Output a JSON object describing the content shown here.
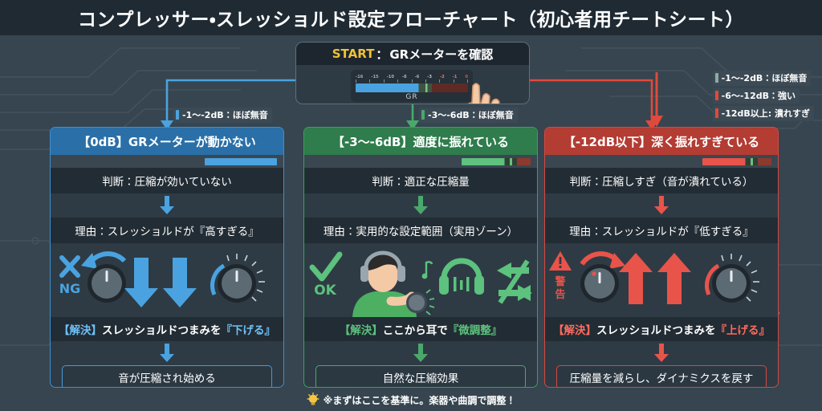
{
  "header": {
    "title": "コンプレッサー・スレッショルド設定フローチャート（初心者用チートシート）"
  },
  "start_node": {
    "label_keyword": "START",
    "label_separator": "：",
    "label_text": "GRメーターを確認",
    "meter": {
      "name": "GR",
      "scale": [
        "-16",
        "-15",
        "-10",
        "-8",
        "-6",
        "-3",
        "-2",
        "-1",
        "0"
      ],
      "fill_percent": 56,
      "fill_color": "#4aa3e0"
    },
    "hand_icon": "pointing-hand-icon"
  },
  "branches": [
    {
      "label": "-1〜-2dB：ほぼ無音",
      "color": "#4aa3e0",
      "arrow": "down-arrow-icon"
    },
    {
      "label": "-3〜-6dB：ほぼ無音",
      "color": "#4aa86b",
      "arrow": "down-arrow-icon"
    }
  ],
  "legend": {
    "arrow": "down-arrow-icon",
    "items": [
      {
        "label": "-1〜-2dB：ほぼ無音",
        "color": "#8fa9a6"
      },
      {
        "label": "-6〜-12dB：強い",
        "color": "#e04a3c"
      },
      {
        "label": "-12dB以上: 潰れすぎ",
        "color": "#e04a3c"
      }
    ]
  },
  "cards": [
    {
      "id": "card-left",
      "accent": "#3f8fd0",
      "header": "【0dB】GRメーターが動かない",
      "meter_fill_percent": 32,
      "judgement": "判断：圧縮が効いていない",
      "reason": "理由：スレッショルドが『高すぎる』",
      "illustration": {
        "badge_icon": "cross-icon",
        "badge_label": "NG",
        "knob_left_icon": "knob-turn-left-icon",
        "arrows_icon": "double-down-arrow-icon",
        "knob_right_icon": "knob-dial-icon"
      },
      "solution_prefix": "【解決】",
      "solution_body": "スレッショルドつまみを",
      "solution_highlight": "『下げる』",
      "result": "音が圧縮され始める"
    },
    {
      "id": "card-mid",
      "accent": "#3f9e5f",
      "header": "【-3〜-6dB】適度に振れている",
      "meter_fill_percent": 30,
      "judgement": "判断：適正な圧縮量",
      "reason": "理由：実用的な設定範囲（実用ゾーン）",
      "illustration": {
        "badge_icon": "check-icon",
        "badge_label": "OK",
        "person_icon": "person-with-headphones-icon",
        "headphones_icon": "headphones-icon",
        "arrows_icon": "fine-tune-arrows-icon"
      },
      "solution_prefix": "【解決】",
      "solution_body": "ここから耳で",
      "solution_highlight": "『微調整』",
      "result": "自然な圧縮効果"
    },
    {
      "id": "card-right",
      "accent": "#d8483f",
      "header": "【-12dB以下】深く振れすぎている",
      "meter_fill_percent": 30,
      "judgement": "判断：圧縮しすぎ（音が潰れている）",
      "reason": "理由：スレッショルドが『低すぎる』",
      "illustration": {
        "badge_icon": "warning-triangle-icon",
        "badge_label": "警告",
        "knob_left_icon": "knob-turn-right-icon",
        "arrows_icon": "double-up-arrow-icon",
        "knob_right_icon": "knob-dial-icon"
      },
      "solution_prefix": "【解決】",
      "solution_body": "スレッショルドつまみを",
      "solution_highlight": "『上げる』",
      "result": "圧縮量を減らし、ダイナミクスを戻す"
    }
  ],
  "footer": {
    "icon": "lightbulb-icon",
    "note": "※まずはここを基準に。楽器や曲調で調整！"
  }
}
